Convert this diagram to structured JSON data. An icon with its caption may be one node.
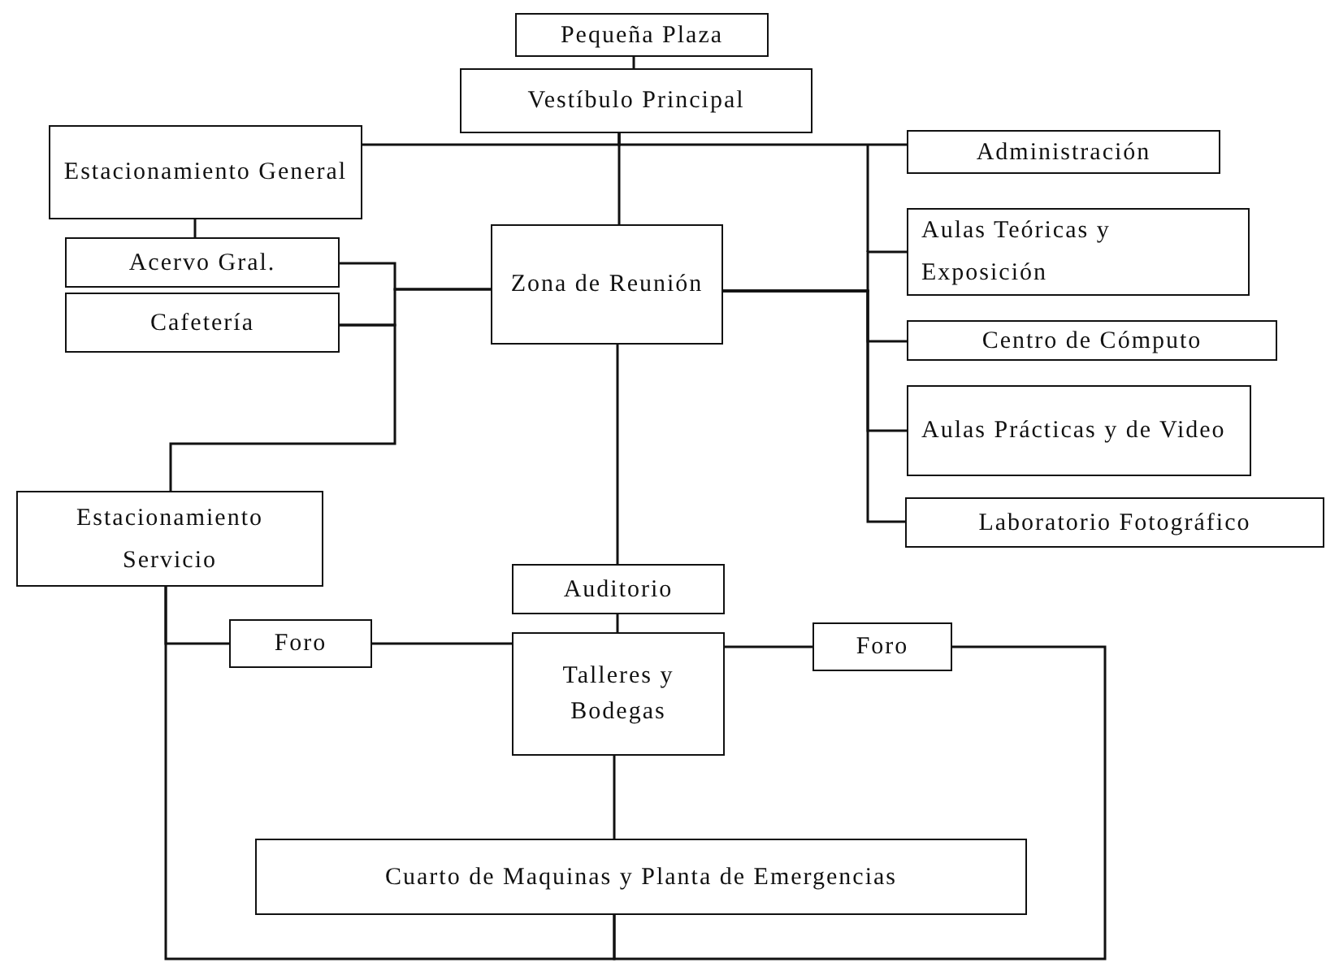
{
  "diagram": {
    "nodes": [
      {
        "text": [
          "Pequeña Plaza"
        ]
      },
      {
        "text": [
          "Vestíbulo Principal"
        ]
      },
      {
        "text": [
          "Estacionamiento General"
        ]
      },
      {
        "text": [
          "Acervo Gral."
        ]
      },
      {
        "text": [
          "Cafetería"
        ]
      },
      {
        "text": [
          "Zona de Reunión"
        ]
      },
      {
        "text": [
          "Administración"
        ]
      },
      {
        "text": [
          "Aulas Teóricas y Exposición"
        ]
      },
      {
        "text": [
          "Centro de Cómputo"
        ]
      },
      {
        "text": [
          "Aulas Prácticas y de Video"
        ]
      },
      {
        "text": [
          "Laboratorio Fotográfico"
        ]
      },
      {
        "text": [
          "Estacionamiento Servicio"
        ]
      },
      {
        "text": [
          "Auditorio"
        ]
      },
      {
        "text": [
          "Foro"
        ]
      },
      {
        "text": [
          "Talleres y Bodegas"
        ]
      },
      {
        "text": [
          "Foro"
        ]
      },
      {
        "text": [
          "Cuarto de Maquinas y Planta de Emergencias"
        ]
      }
    ],
    "edges": [
      {
        "from": 0,
        "to": 1,
        "arrow": "none"
      },
      {
        "from": 1,
        "to": 2,
        "arrow": "none"
      },
      {
        "from": 1,
        "to": 6,
        "arrow": "none"
      },
      {
        "from": 1,
        "to": 5,
        "arrow": "none"
      },
      {
        "from": 2,
        "to": 3,
        "arrow": "none"
      },
      {
        "from": 3,
        "to": 5,
        "arrow": "none"
      },
      {
        "from": 4,
        "to": 5,
        "arrow": "none"
      },
      {
        "from": 4,
        "to": 11,
        "arrow": "none"
      },
      {
        "from": 5,
        "to": 7,
        "arrow": "none"
      },
      {
        "from": 5,
        "to": 8,
        "arrow": "none"
      },
      {
        "from": 5,
        "to": 9,
        "arrow": "none"
      },
      {
        "from": 5,
        "to": 10,
        "arrow": "none"
      },
      {
        "from": 5,
        "to": 12,
        "arrow": "none"
      },
      {
        "from": 12,
        "to": 14,
        "arrow": "none"
      },
      {
        "from": 11,
        "to": 13,
        "arrow": "none"
      },
      {
        "from": 13,
        "to": 14,
        "arrow": "none"
      },
      {
        "from": 14,
        "to": 15,
        "arrow": "none"
      },
      {
        "from": 14,
        "to": 16,
        "arrow": "none"
      },
      {
        "from": 11,
        "to": 16,
        "arrow": "none"
      },
      {
        "from": 15,
        "to": 16,
        "arrow": "none"
      }
    ]
  }
}
